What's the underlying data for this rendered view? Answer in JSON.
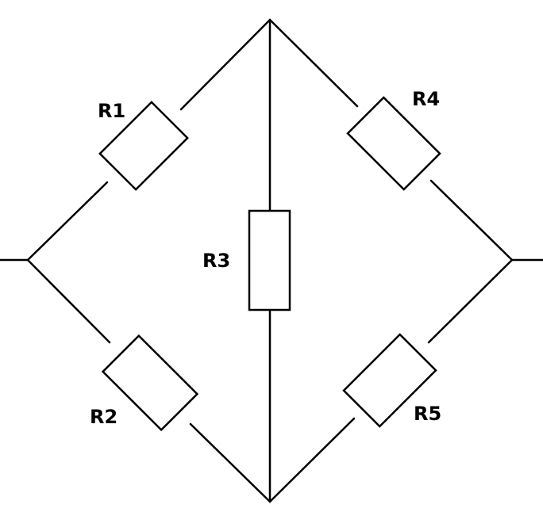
{
  "diagram": {
    "type": "resistor bridge circuit",
    "colors": {
      "line": "#000000",
      "background": "#ffffff"
    },
    "resistors": [
      {
        "id": "r1",
        "label": "R1"
      },
      {
        "id": "r2",
        "label": "R2"
      },
      {
        "id": "r3",
        "label": "R3"
      },
      {
        "id": "r4",
        "label": "R4"
      },
      {
        "id": "r5",
        "label": "R5"
      }
    ]
  }
}
